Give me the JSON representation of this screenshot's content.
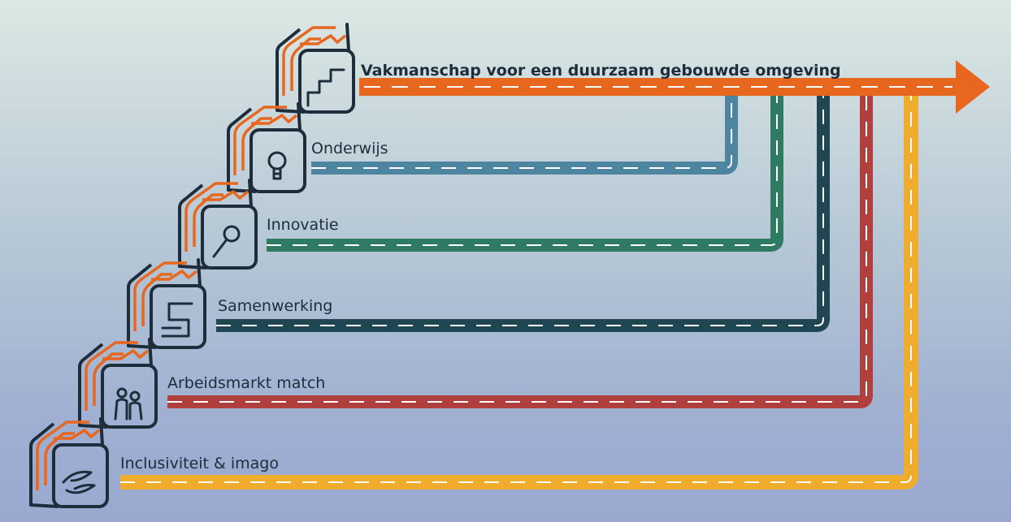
{
  "title": "Vakmanschap voor een duurzaam gebouwde omgeving",
  "colors": {
    "orange": "#e8671e",
    "outline": "#1e2d3c",
    "blue": "#4d84a0",
    "green": "#2f7a63",
    "darkteal": "#1f4652",
    "red": "#b03f3d",
    "yellow": "#f0ac2c"
  },
  "steps": [
    {
      "label": "Onderwijs",
      "icon": "lightbulb-icon",
      "color": "#4d84a0"
    },
    {
      "label": "Innovatie",
      "icon": "magnifier-icon",
      "color": "#2f7a63"
    },
    {
      "label": "Samenwerking",
      "icon": "puzzle-icon",
      "color": "#1f4652"
    },
    {
      "label": "Arbeidsmarkt match",
      "icon": "people-icon",
      "color": "#b03f3d"
    },
    {
      "label": "Inclusiviteit & imago",
      "icon": "hands-icon",
      "color": "#f0ac2c"
    }
  ]
}
